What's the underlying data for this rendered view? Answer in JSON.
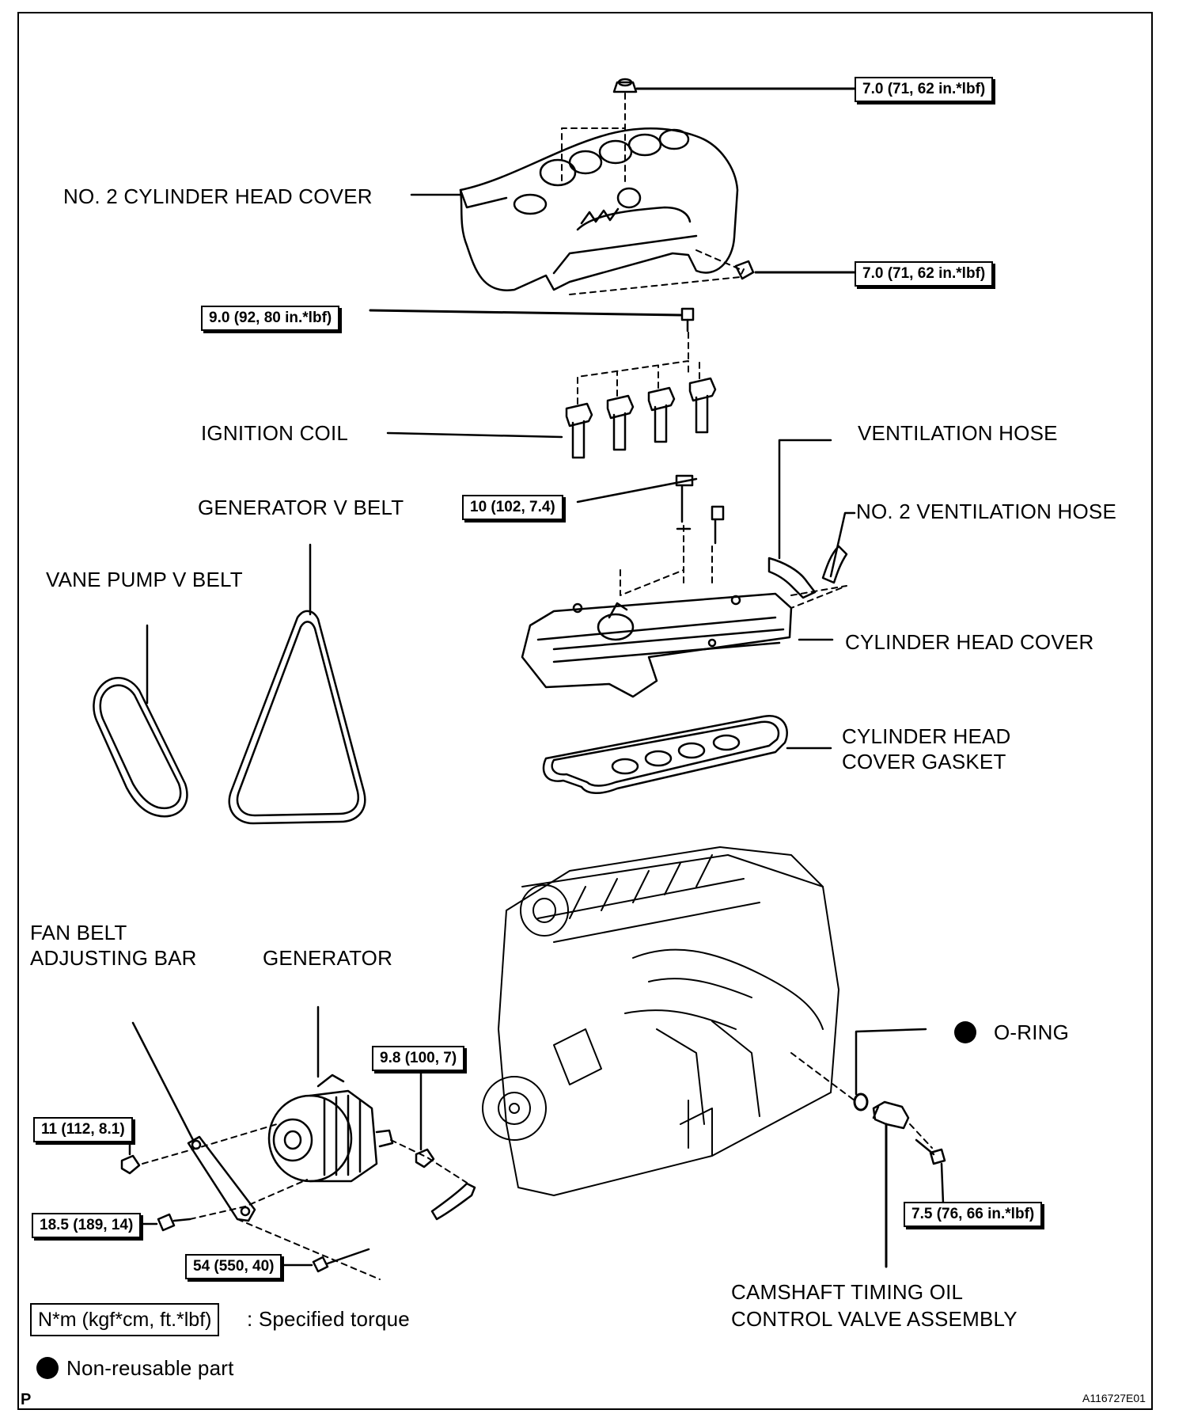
{
  "labels": {
    "no2_cylinder_head_cover": "NO. 2 CYLINDER HEAD COVER",
    "ignition_coil": "IGNITION  COIL",
    "ventilation_hose": "VENTILATION HOSE",
    "generator_v_belt": "GENERATOR V BELT",
    "no2_ventilation_hose": "NO. 2 VENTILATION HOSE",
    "vane_pump_v_belt": "VANE PUMP V BELT",
    "cylinder_head_cover": "CYLINDER HEAD COVER",
    "cylinder_head_cover_gasket_1": "CYLINDER HEAD",
    "cylinder_head_cover_gasket_2": "COVER GASKET",
    "fan_belt_adjusting_bar_1": "FAN BELT",
    "fan_belt_adjusting_bar_2": "ADJUSTING BAR",
    "generator": "GENERATOR",
    "o_ring": "O-RING",
    "camshaft_valve_1": "CAMSHAFT TIMING OIL",
    "camshaft_valve_2": "CONTROL VALVE ASSEMBLY"
  },
  "torques": {
    "t_top_nut": "7.0 (71, 62 in.*lbf)",
    "t_side_nut": "7.0 (71, 62 in.*lbf)",
    "t_coil_bolt": "9.0 (92, 80 in.*lbf)",
    "t_cover_bolt": "10 (102, 7.4)",
    "t_gen_terminal": "9.8 (100, 7)",
    "t_adjbar_nut": "11 (112, 8.1)",
    "t_adjbar_bolt": "18.5 (189, 14)",
    "t_gen_bolt": "54 (550, 40)",
    "t_valve_bolt": "7.5 (76, 66 in.*lbf)"
  },
  "legend": {
    "torque_units": "N*m (kgf*cm, ft.*lbf)",
    "torque_desc": ": Specified torque",
    "nonreusable": "Non-reusable part"
  },
  "corner": {
    "left": "P",
    "right": "A116727E01"
  }
}
